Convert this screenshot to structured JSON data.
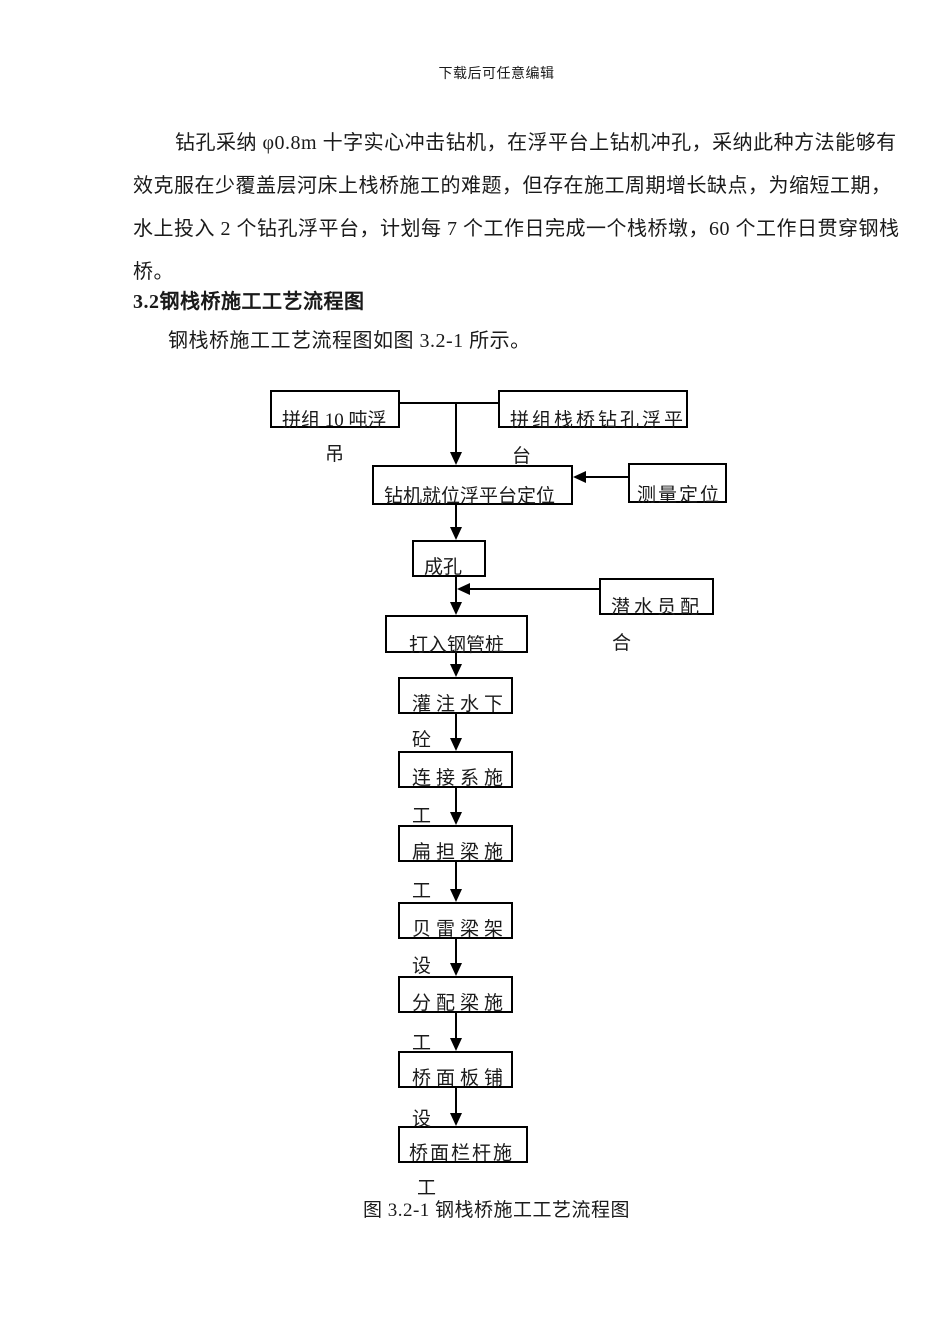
{
  "header": {
    "note": "下载后可任意编辑"
  },
  "body": {
    "paragraph1_lines": [
      "钻孔采纳 φ0.8m 十字实心冲击钻机，在浮平台上钻机冲孔，采纳此种方法能够有",
      "效克服在少覆盖层河床上栈桥施工的难题，但存在施工周期增长缺点，为缩短工期，",
      "水上投入 2 个钻孔浮平台，计划每 7 个工作日完成一个栈桥墩，60 个工作日贯穿钢栈",
      "桥。"
    ],
    "section_heading": "3.2钢栈桥施工工艺流程图",
    "paragraph2": "钢栈桥施工工艺流程图如图 3.2-1 所示。"
  },
  "flowchart": {
    "nodes": [
      {
        "id": "assemble-10t-floating-crane",
        "line1": "拼组 10 吨浮",
        "line2": "吊"
      },
      {
        "id": "assemble-trestle-drill-platform",
        "line1": "拼组栈桥钻孔浮平",
        "line2": "台"
      },
      {
        "id": "rig-in-place-platform-positioning",
        "line1": "钻机就位浮平台定位",
        "line2": ""
      },
      {
        "id": "survey-positioning",
        "line1": "测量定位",
        "line2": ""
      },
      {
        "id": "hole-forming",
        "line1": "成孔",
        "line2": ""
      },
      {
        "id": "diver-cooperation",
        "line1": "潜水员配",
        "line2": "合"
      },
      {
        "id": "drive-steel-pipe-piles",
        "line1": "打入钢管桩",
        "line2": ""
      },
      {
        "id": "pour-underwater-concrete",
        "line1": "灌注水下",
        "line2": "砼"
      },
      {
        "id": "connection-system-construction",
        "line1": "连接系施",
        "line2": "工"
      },
      {
        "id": "carrying-beam-construction",
        "line1": "扁担梁施",
        "line2": "工"
      },
      {
        "id": "bailey-beam-erection",
        "line1": "贝雷梁架",
        "line2": "设"
      },
      {
        "id": "distribution-beam-construction",
        "line1": "分配梁施",
        "line2": "工"
      },
      {
        "id": "deck-plate-laying",
        "line1": "桥面板铺",
        "line2": "设"
      },
      {
        "id": "deck-railing-construction",
        "line1": "桥面栏杆施",
        "line2": "工"
      }
    ],
    "caption": "图 3.2-1 钢栈桥施工工艺流程图"
  },
  "colors": {
    "text": "#1a1a1a",
    "line": "#000000",
    "background": "#ffffff"
  }
}
